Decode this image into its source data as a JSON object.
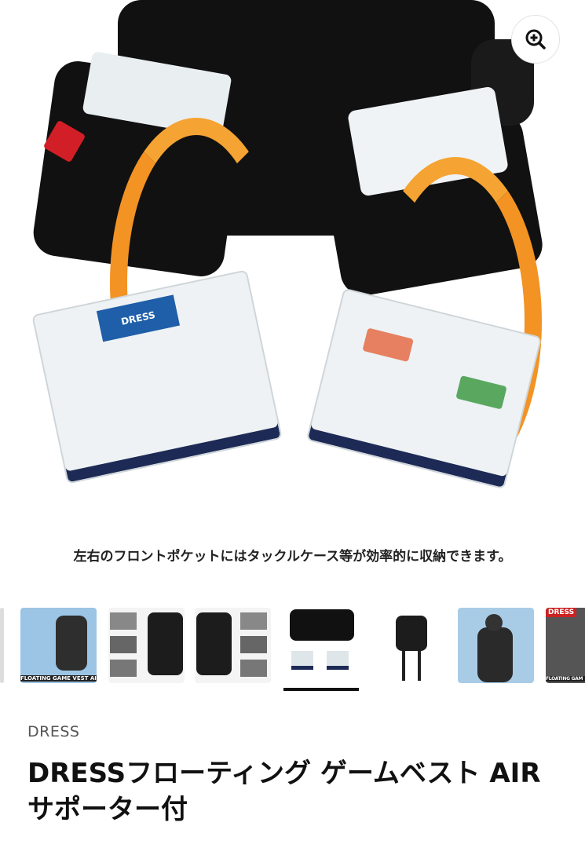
{
  "product_image": {
    "caption": "左右のフロントポケットにはタックルケース等が効率的に収納できます。",
    "case_label": "DRESS",
    "zoom_icon": "zoom-in-icon"
  },
  "thumbnails": [
    {
      "label": "FLOATING GAME VEST AIR",
      "bg": "#9cc4e4"
    },
    {
      "label": "",
      "bg": "#f2f2f2"
    },
    {
      "label": "",
      "bg": "#f2f2f2"
    },
    {
      "label": "",
      "bg": "#ffffff",
      "active": true
    },
    {
      "label": "",
      "bg": "#ffffff"
    },
    {
      "label": "",
      "bg": "#a9cce6"
    },
    {
      "label": "FLOATING GAM",
      "logo": "DRESS",
      "bg": "#555"
    }
  ],
  "product": {
    "brand": "DRESS",
    "title": "DRESSフローティング ゲームベスト AIR サポーター付"
  }
}
